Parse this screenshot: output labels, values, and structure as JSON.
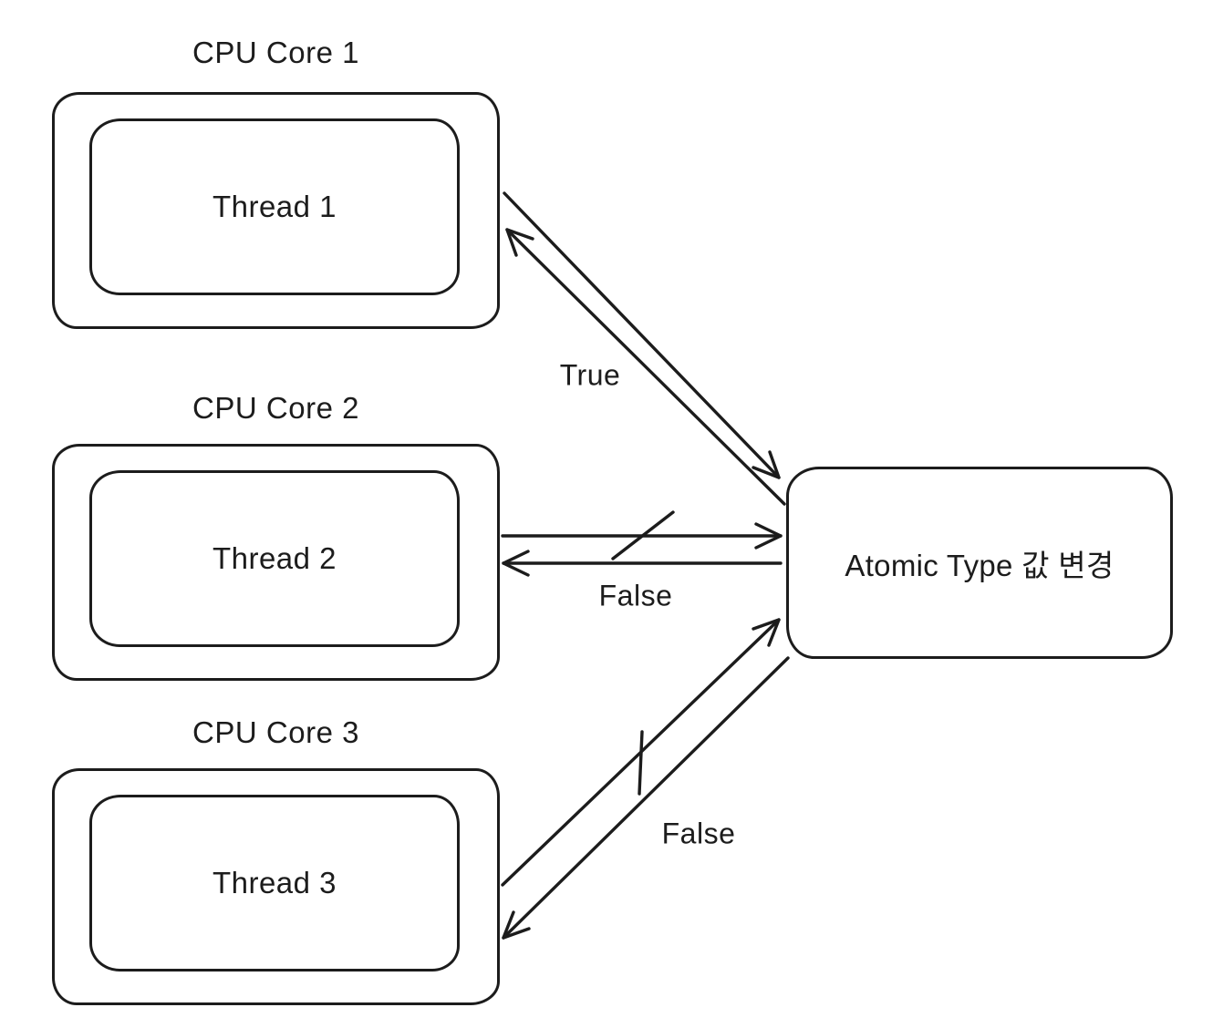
{
  "diagram": {
    "background_color": "#ffffff",
    "stroke_color": "#1c1c1c",
    "cores": [
      {
        "title": "CPU Core 1",
        "thread": "Thread 1"
      },
      {
        "title": "CPU Core 2",
        "thread": "Thread 2"
      },
      {
        "title": "CPU Core 3",
        "thread": "Thread 3"
      }
    ],
    "atomic_box": {
      "label": "Atomic Type 값 변경"
    },
    "edges": [
      {
        "from": "Thread 1",
        "to": "Atomic Type 값 변경",
        "label": "True",
        "direction": "bidirectional",
        "crossed_out": false
      },
      {
        "from": "Thread 2",
        "to": "Atomic Type 값 변경",
        "label": "False",
        "direction": "bidirectional",
        "crossed_out": true
      },
      {
        "from": "Thread 3",
        "to": "Atomic Type 값 변경",
        "label": "False",
        "direction": "bidirectional",
        "crossed_out": true
      }
    ]
  }
}
